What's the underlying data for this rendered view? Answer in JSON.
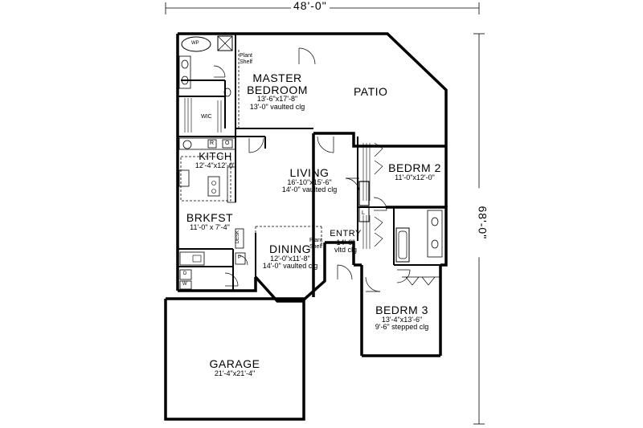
{
  "dimensions": {
    "overall_width": "48'-0\"",
    "overall_depth": "68'-0\""
  },
  "rooms": {
    "master": {
      "name_line1": "MASTER",
      "name_line2": "BEDROOM",
      "size": "13'-6\"x17'-8\"",
      "ceiling": "13'-0\" vaulted clg"
    },
    "patio": {
      "name": "PATIO"
    },
    "kitch": {
      "name": "KITCH",
      "size": "12'-4\"x12'-0\""
    },
    "living": {
      "name": "LIVING",
      "size": "16'-10\"x15'-6\"",
      "ceiling": "14'-0\" vaulted clg"
    },
    "bedrm2": {
      "name": "BEDRM 2",
      "size": "11'-0\"x12'-0\""
    },
    "brkfst": {
      "name": "BRKFST",
      "size": "11'-0\" x 7'-4\""
    },
    "entry": {
      "name": "ENTRY",
      "size": "14'-0\"",
      "ceiling": "vltd clg"
    },
    "dining": {
      "name": "DINING",
      "size": "12'-0\"x11'-8\"",
      "ceiling": "14'-0\" vaulted clg"
    },
    "bedrm3": {
      "name": "BEDRM 3",
      "size": "13'-4\"x13'-6\"",
      "ceiling": "9'-6\" stepped clg"
    },
    "garage": {
      "name": "GARAGE",
      "size": "21'-4\"x21'-4\""
    }
  },
  "fixtures": {
    "wp": "WP",
    "wic": "WIC",
    "plant_shelf_1_l1": "Plant",
    "plant_shelf_1_l2": "Shelf",
    "plant_shelf_2_l1": "Plant",
    "plant_shelf_2_l2": "Shelf",
    "range": "R",
    "refrigerator": "O",
    "desk": "DESK",
    "linen": "L",
    "pantry": "P",
    "dryer": "D",
    "washer": "W"
  }
}
